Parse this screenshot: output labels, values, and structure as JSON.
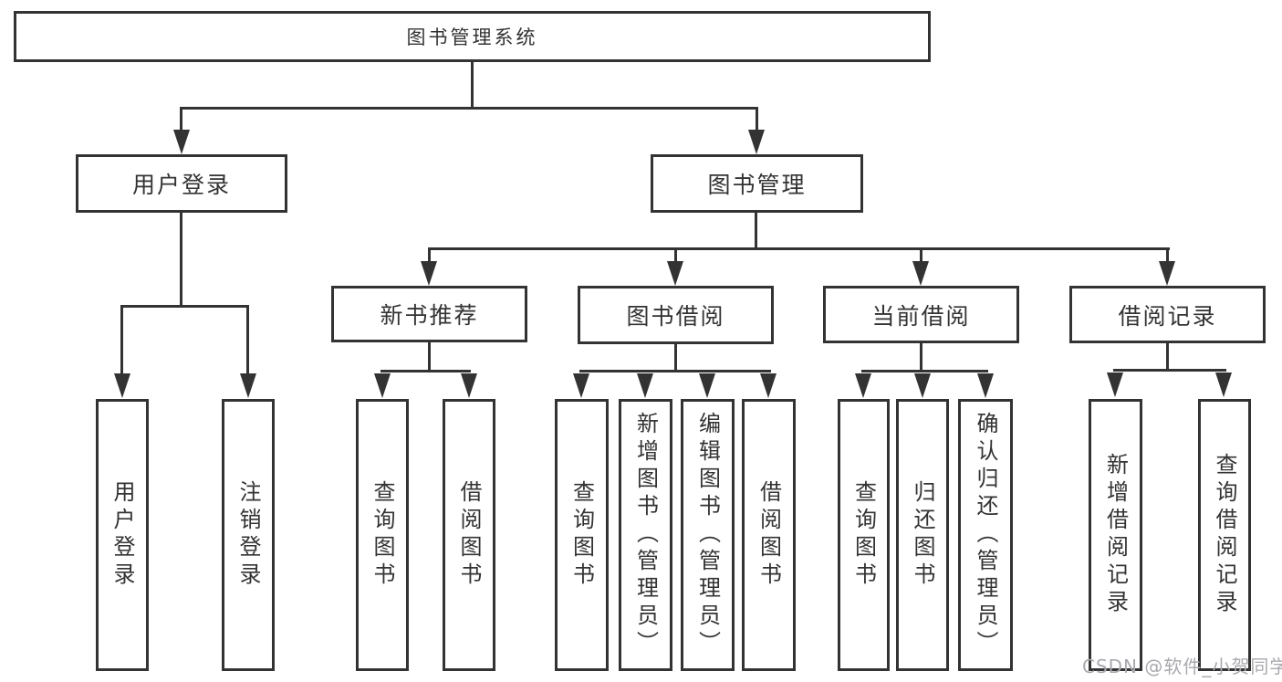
{
  "colors": {
    "line": "#333333",
    "text": "#333333",
    "watermark": "#a9a9af",
    "background": "#ffffff"
  },
  "watermark": {
    "text": "CSDN @软件_小贺同学"
  },
  "tree": {
    "label": "图书管理系统",
    "children": [
      {
        "label": "用户登录",
        "children": [
          {
            "label": "用户登录"
          },
          {
            "label": "注销登录"
          }
        ]
      },
      {
        "label": "图书管理",
        "children": [
          {
            "label": "新书推荐",
            "children": [
              {
                "label": "查询图书"
              },
              {
                "label": "借阅图书"
              }
            ]
          },
          {
            "label": "图书借阅",
            "children": [
              {
                "label": "查询图书"
              },
              {
                "label": "新增图书（管理员）"
              },
              {
                "label": "编辑图书（管理员）"
              },
              {
                "label": "借阅图书"
              }
            ]
          },
          {
            "label": "当前借阅",
            "children": [
              {
                "label": "查询图书"
              },
              {
                "label": "归还图书"
              },
              {
                "label": "确认归还（管理员）"
              }
            ]
          },
          {
            "label": "借阅记录",
            "children": [
              {
                "label": "新增借阅记录"
              },
              {
                "label": "查询借阅记录"
              }
            ]
          }
        ]
      }
    ]
  }
}
